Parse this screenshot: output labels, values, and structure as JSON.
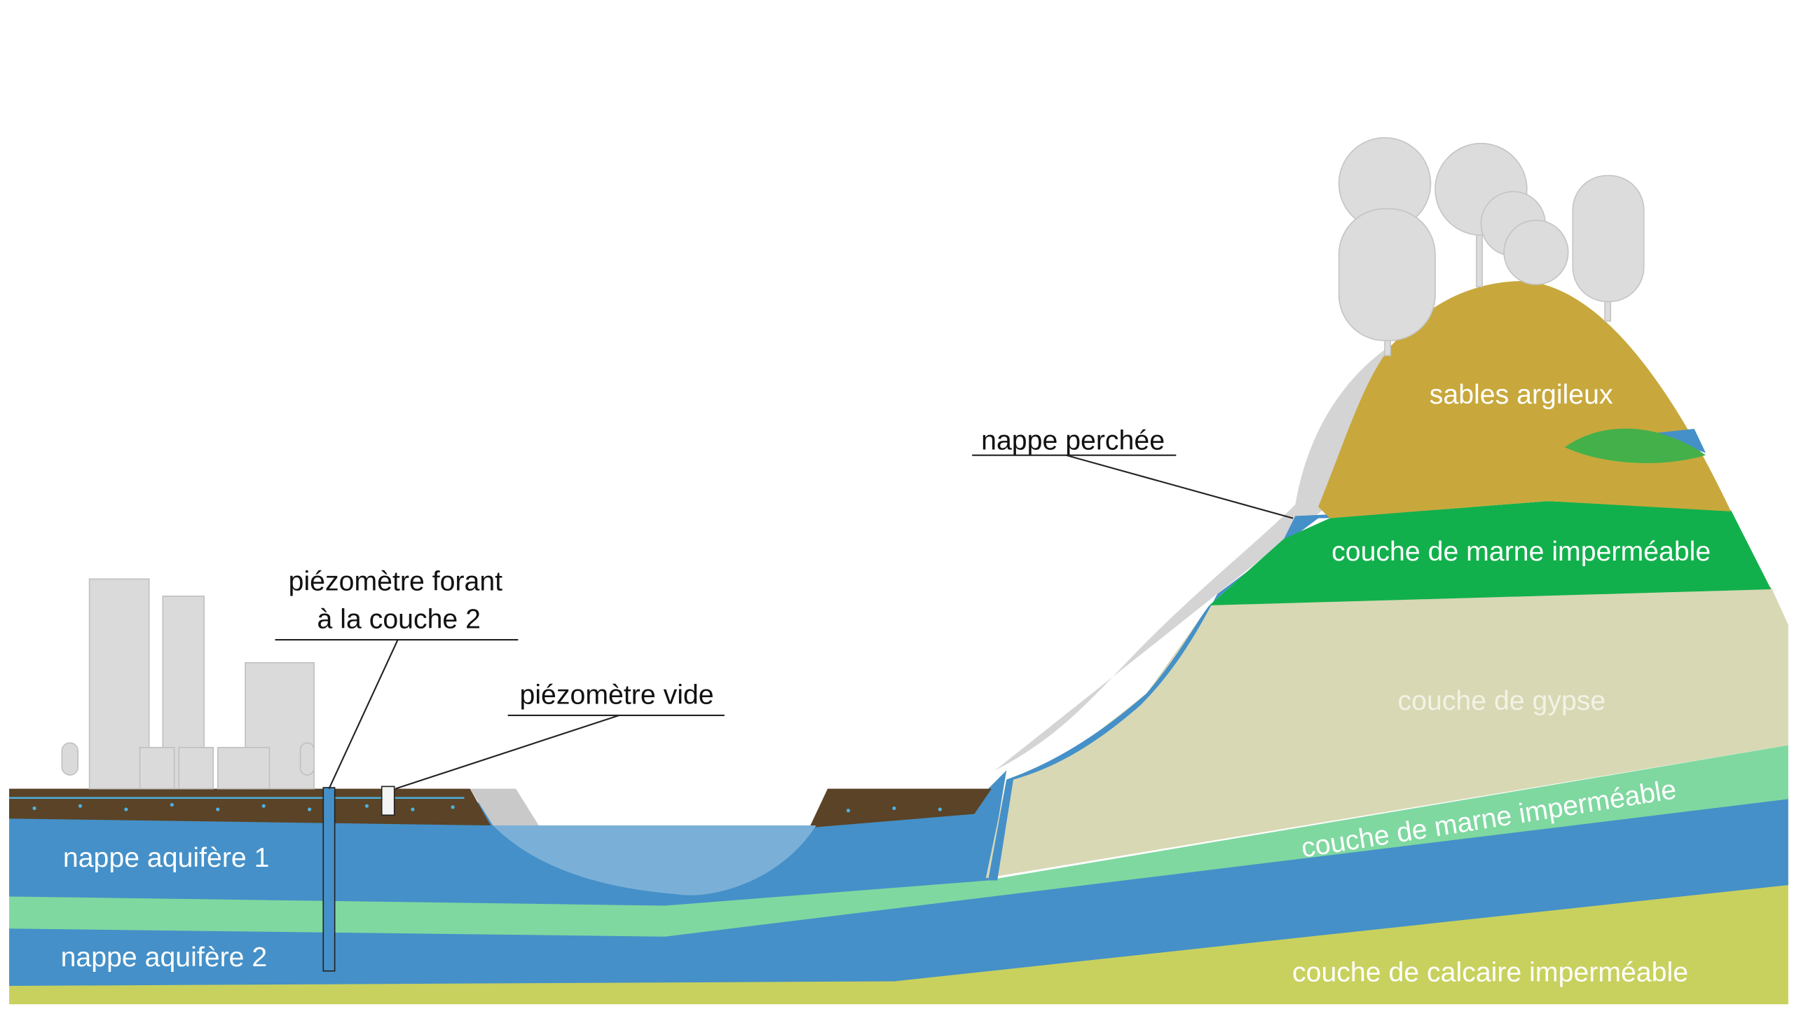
{
  "labels": {
    "piezo_forant_line1": "piézomètre forant",
    "piezo_forant_line2": "à la couche 2",
    "piezo_vide": "piézomètre vide",
    "nappe_perchee": "nappe perchée",
    "sables": "sables argileux",
    "marne_haut": "couche de marne imperméable",
    "gypse": "couche de gypse",
    "marne_bas": "couche de marne imperméable",
    "calcaire": "couche de calcaire imperméable",
    "aquifere1": "nappe aquifère 1",
    "aquifere2": "nappe aquifère 2"
  },
  "colors": {
    "aquifer": "#4590c8",
    "marne_light": "#7fd8a0",
    "marne_dark": "#12b04c",
    "calcaire": "#c8d15e",
    "gypse": "#d8d8b4",
    "sables": "#c8a83c",
    "soil": "#5a4326",
    "lake": "#7ab0d8"
  }
}
